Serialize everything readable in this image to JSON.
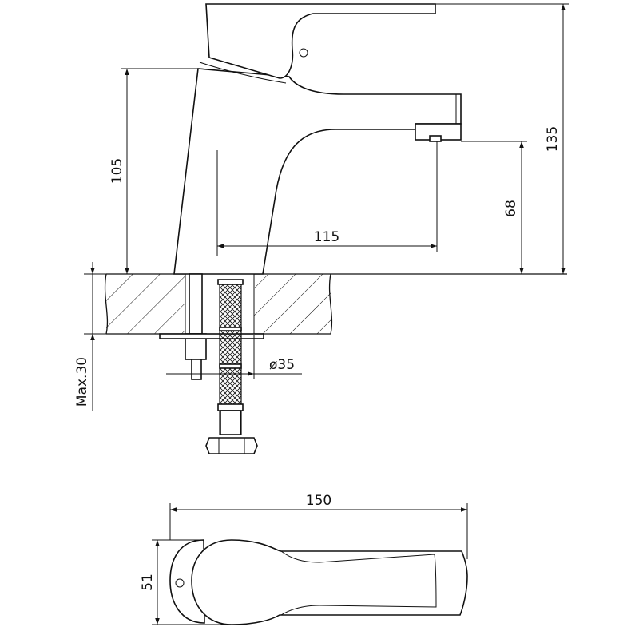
{
  "dimensions": {
    "overall_height": "135",
    "body_height": "105",
    "spout_height": "68",
    "spout_reach": "115",
    "hole_diameter": "ø35",
    "max_thickness": "Max.30",
    "top_length": "150",
    "top_width": "51"
  }
}
